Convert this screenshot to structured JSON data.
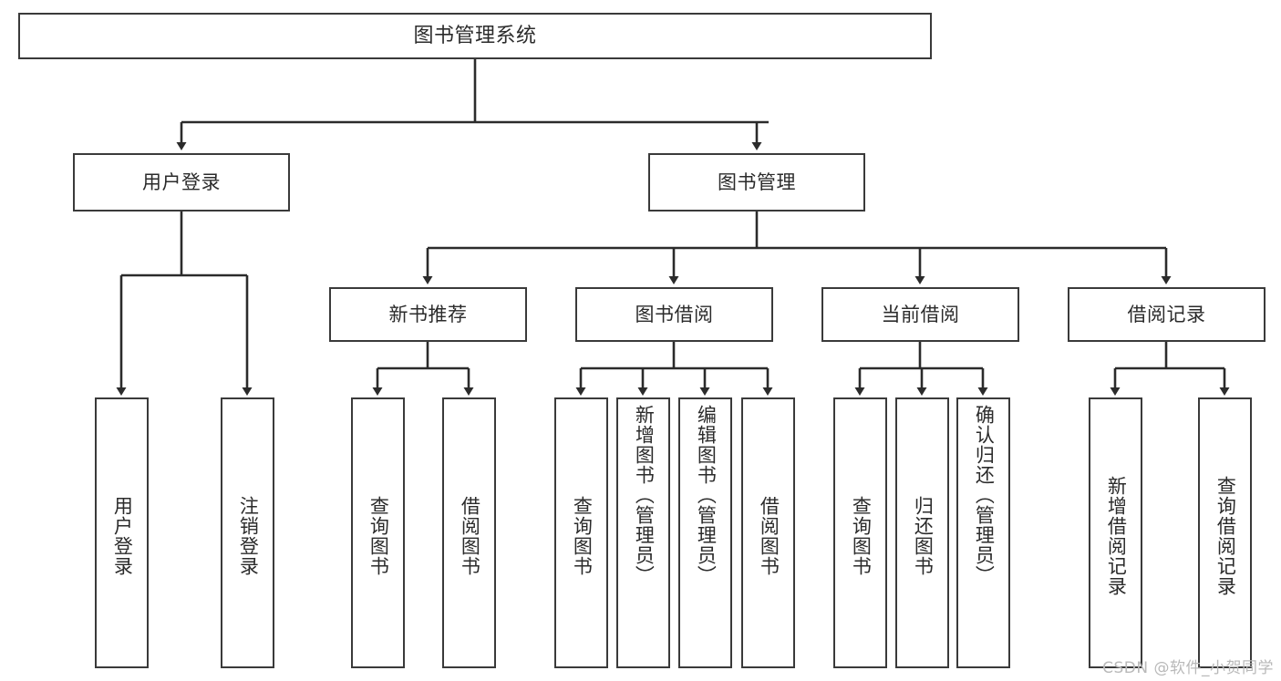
{
  "diagram": {
    "title": "图书管理系统",
    "type": "hierarchy-tree",
    "watermark": "CSDN @软件_小贺同学",
    "colors": {
      "box_border": "#3a3a3a",
      "box_fill": "#ffffff",
      "connector": "#2b2b2b",
      "text": "#2b2b2b",
      "watermark": "#b9b9b9",
      "background": "#ffffff"
    },
    "levels": [
      {
        "level": 1,
        "nodes": [
          {
            "id": "root",
            "label": "图书管理系统",
            "orientation": "horizontal"
          }
        ]
      },
      {
        "level": 2,
        "nodes": [
          {
            "id": "user-login",
            "label": "用户登录",
            "orientation": "horizontal",
            "parent": "root"
          },
          {
            "id": "book-manage",
            "label": "图书管理",
            "orientation": "horizontal",
            "parent": "root"
          }
        ]
      },
      {
        "level": 3,
        "nodes": [
          {
            "id": "new-book-rec",
            "label": "新书推荐",
            "orientation": "horizontal",
            "parent": "book-manage"
          },
          {
            "id": "book-borrow",
            "label": "图书借阅",
            "orientation": "horizontal",
            "parent": "book-manage"
          },
          {
            "id": "current-borrow",
            "label": "当前借阅",
            "orientation": "horizontal",
            "parent": "book-manage"
          },
          {
            "id": "borrow-record",
            "label": "借阅记录",
            "orientation": "horizontal",
            "parent": "book-manage"
          }
        ]
      },
      {
        "level": 4,
        "nodes": [
          {
            "id": "leaf-user-login",
            "label": "用户登录",
            "orientation": "vertical",
            "parent": "user-login"
          },
          {
            "id": "leaf-logout",
            "label": "注销登录",
            "orientation": "vertical",
            "parent": "user-login"
          },
          {
            "id": "leaf-query-book-1",
            "label": "查询图书",
            "orientation": "vertical",
            "parent": "new-book-rec"
          },
          {
            "id": "leaf-borrow-book-1",
            "label": "借阅图书",
            "orientation": "vertical",
            "parent": "new-book-rec"
          },
          {
            "id": "leaf-query-book-2",
            "label": "查询图书",
            "orientation": "vertical",
            "parent": "book-borrow"
          },
          {
            "id": "leaf-add-book",
            "label": "新增图书（管理员）",
            "orientation": "vertical",
            "parent": "book-borrow"
          },
          {
            "id": "leaf-edit-book",
            "label": "编辑图书（管理员）",
            "orientation": "vertical",
            "parent": "book-borrow"
          },
          {
            "id": "leaf-borrow-book-2",
            "label": "借阅图书",
            "orientation": "vertical",
            "parent": "book-borrow"
          },
          {
            "id": "leaf-query-book-3",
            "label": "查询图书",
            "orientation": "vertical",
            "parent": "current-borrow"
          },
          {
            "id": "leaf-return-book",
            "label": "归还图书",
            "orientation": "vertical",
            "parent": "current-borrow"
          },
          {
            "id": "leaf-confirm-return",
            "label": "确认归还（管理员）",
            "orientation": "vertical",
            "parent": "current-borrow"
          },
          {
            "id": "leaf-add-record",
            "label": "新增借阅记录",
            "orientation": "vertical",
            "parent": "borrow-record"
          },
          {
            "id": "leaf-query-record",
            "label": "查询借阅记录",
            "orientation": "vertical",
            "parent": "borrow-record"
          }
        ]
      }
    ]
  }
}
